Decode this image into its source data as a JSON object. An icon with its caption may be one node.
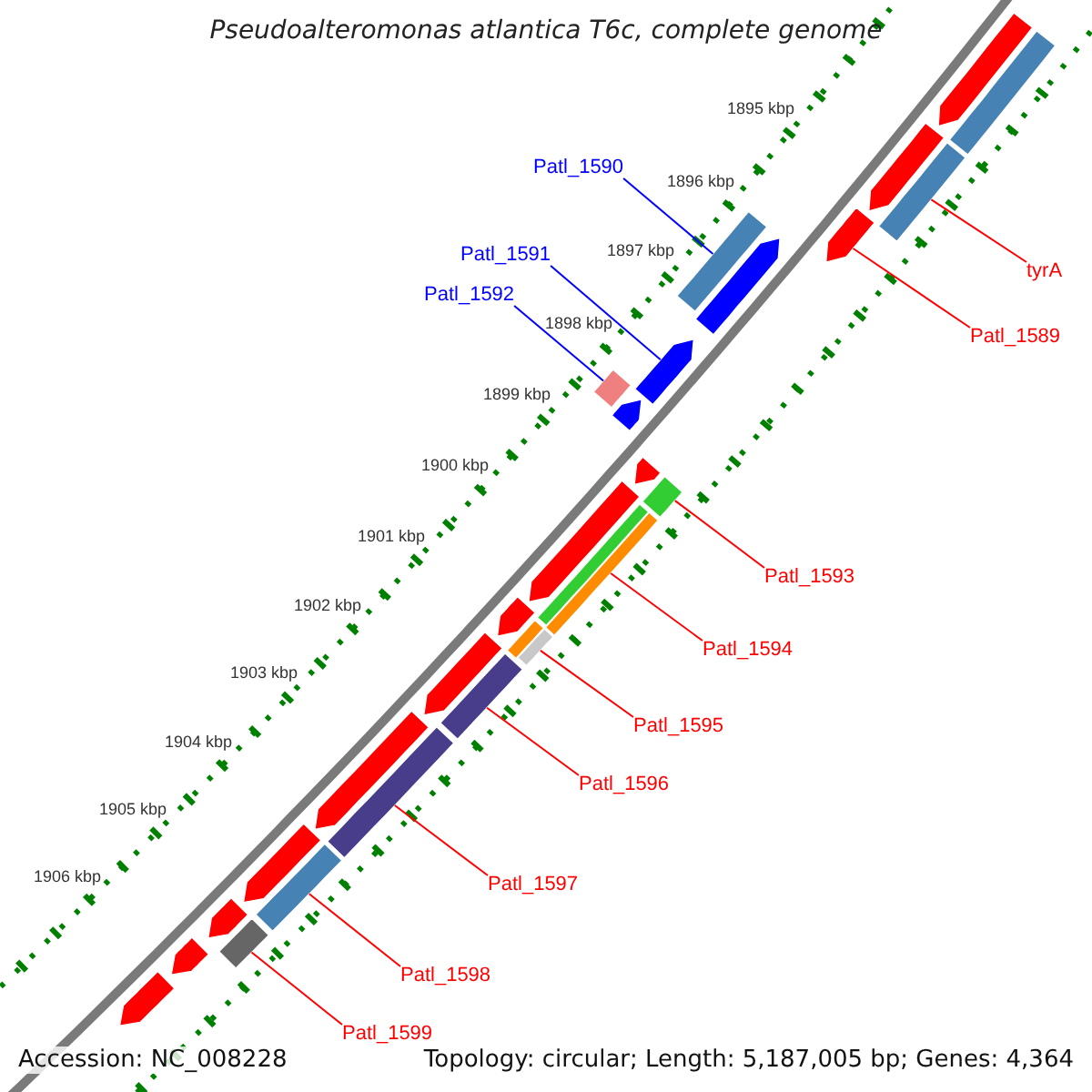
{
  "diagram": {
    "title": "Pseudoalteromonas atlantica T6c, complete genome",
    "nodes": [
      {
        "text": [
          "Patl_1590"
        ]
      },
      {
        "text": [
          "Patl_1591"
        ]
      },
      {
        "text": [
          "tyrA"
        ]
      },
      {
        "text": [
          "Patl_1592"
        ]
      },
      {
        "text": [
          "Patl_1589"
        ]
      },
      {
        "text": [
          "Patl_1593"
        ]
      },
      {
        "text": [
          "Patl_1594"
        ]
      },
      {
        "text": [
          "Patl_1595"
        ]
      },
      {
        "text": [
          "Patl_1596"
        ]
      },
      {
        "text": [
          "Patl_1597"
        ]
      },
      {
        "text": [
          "Patl_1598"
        ]
      },
      {
        "text": [
          "Patl_1599"
        ]
      },
      {
        "text": [],
        "shape": "bar"
      },
      {
        "text": [],
        "shape": "arrow"
      },
      {
        "text": [],
        "shape": "bar"
      },
      {
        "text": [],
        "shape": "bar"
      },
      {
        "text": [],
        "shape": "arrow"
      },
      {
        "text": [],
        "shape": "bar"
      },
      {
        "text": [],
        "shape": "bar"
      },
      {
        "text": [],
        "shape": "bar"
      },
      {
        "text": [],
        "shape": "bar"
      },
      {
        "text": [],
        "shape": "bar"
      },
      {
        "text": [],
        "shape": "bar"
      },
      {
        "text": [],
        "shape": "bar"
      },
      {
        "text": [],
        "shape": "arrow"
      },
      {
        "text": [],
        "shape": "arrow"
      },
      {
        "text": [],
        "shape": "bar"
      },
      {
        "text": [],
        "shape": "arrow"
      },
      {
        "text": [],
        "shape": "arrow"
      },
      {
        "text": [],
        "shape": "arrow"
      },
      {
        "text": [],
        "shape": "arrow"
      },
      {
        "text": [],
        "shape": "arrow"
      },
      {
        "text": [],
        "shape": "arrow"
      },
      {
        "text": [],
        "shape": "arrow"
      },
      {
        "text": [],
        "shape": "arrow"
      },
      {
        "text": [],
        "shape": "arrow"
      },
      {
        "text": [],
        "shape": "arrow"
      },
      {
        "text": [],
        "shape": "arrow"
      },
      {
        "text": [],
        "shape": "bar"
      },
      {
        "text": [],
        "shape": "bar"
      }
    ],
    "edges": [
      {
        "from": 0,
        "to": 12,
        "arrow": "none",
        "color": "#0000ff"
      },
      {
        "from": 1,
        "to": 13,
        "arrow": "none",
        "color": "#0000ff"
      },
      {
        "from": 2,
        "to": 14,
        "arrow": "none"
      },
      {
        "from": 3,
        "to": 15,
        "arrow": "none",
        "color": "#0000ff"
      },
      {
        "from": 4,
        "to": 16,
        "arrow": "none"
      },
      {
        "from": 5,
        "to": 17,
        "arrow": "none"
      },
      {
        "from": 6,
        "to": 18,
        "arrow": "none"
      },
      {
        "from": 7,
        "to": 19,
        "arrow": "none"
      },
      {
        "from": 8,
        "to": 20,
        "arrow": "none"
      },
      {
        "from": 9,
        "to": 21,
        "arrow": "none"
      },
      {
        "from": 10,
        "to": 22,
        "arrow": "none"
      },
      {
        "from": 11,
        "to": 23,
        "arrow": "none"
      }
    ],
    "labels": [
      "1895 kbp",
      "1896 kbp",
      "1897 kbp",
      "1898 kbp",
      "1899 kbp",
      "1900 kbp",
      "1901 kbp",
      "1902 kbp",
      "1903 kbp",
      "1904 kbp",
      "1905 kbp",
      "1906 kbp",
      "Accession: NC_008228",
      "Topology: circular; Length: 5,187,005 bp; Genes: 4,364"
    ]
  }
}
